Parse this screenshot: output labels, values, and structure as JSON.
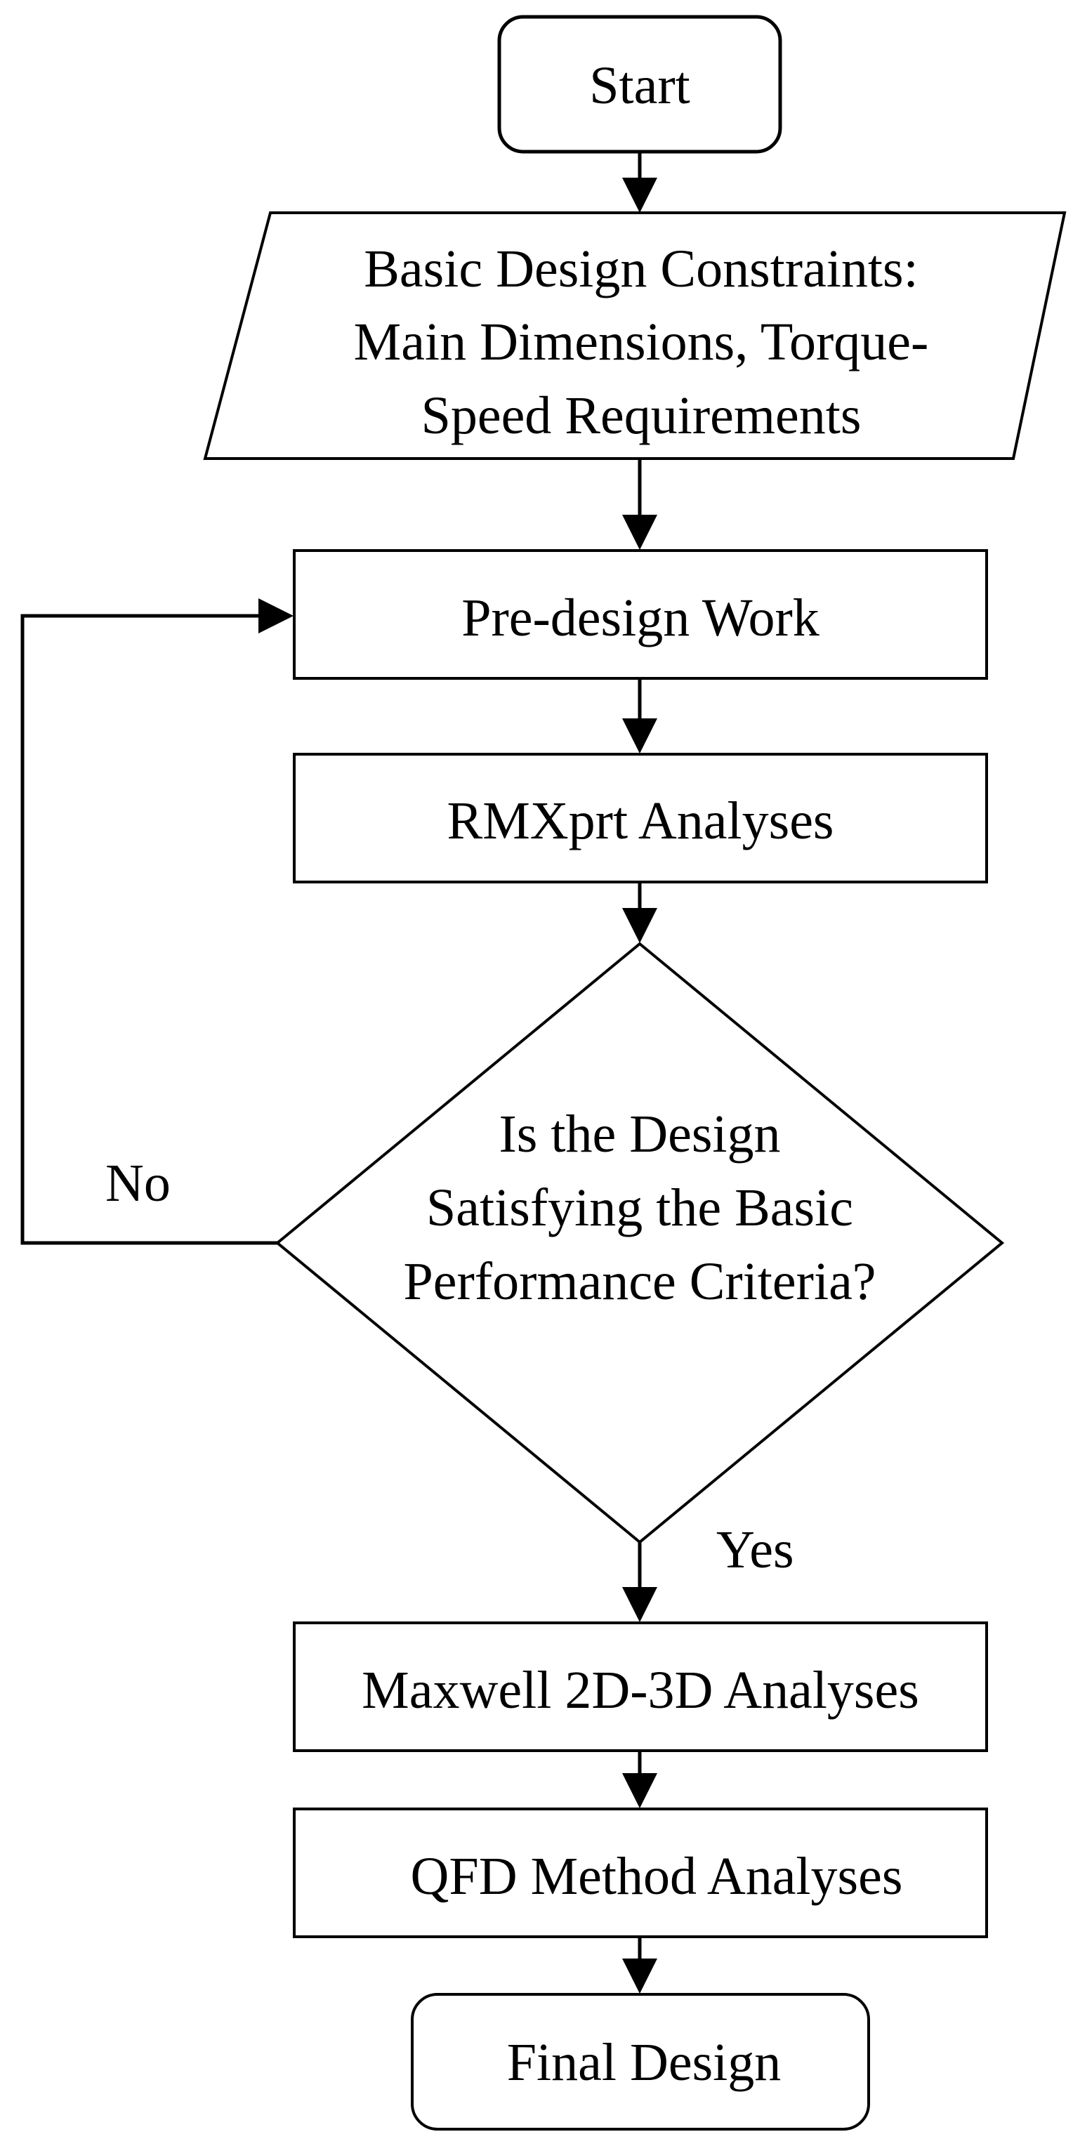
{
  "flowchart": {
    "start": "Start",
    "constraints": [
      "Basic Design Constraints:",
      "Main Dimensions, Torque-",
      "Speed Requirements"
    ],
    "predesign": "Pre-design Work",
    "rmxprt": "RMXprt Analyses",
    "decision": [
      "Is the Design",
      "Satisfying the Basic",
      "Performance Criteria?"
    ],
    "no_label": "No",
    "yes_label": "Yes",
    "maxwell": "Maxwell 2D-3D Analyses",
    "qfd": "QFD Method Analyses",
    "final": "Final Design"
  }
}
